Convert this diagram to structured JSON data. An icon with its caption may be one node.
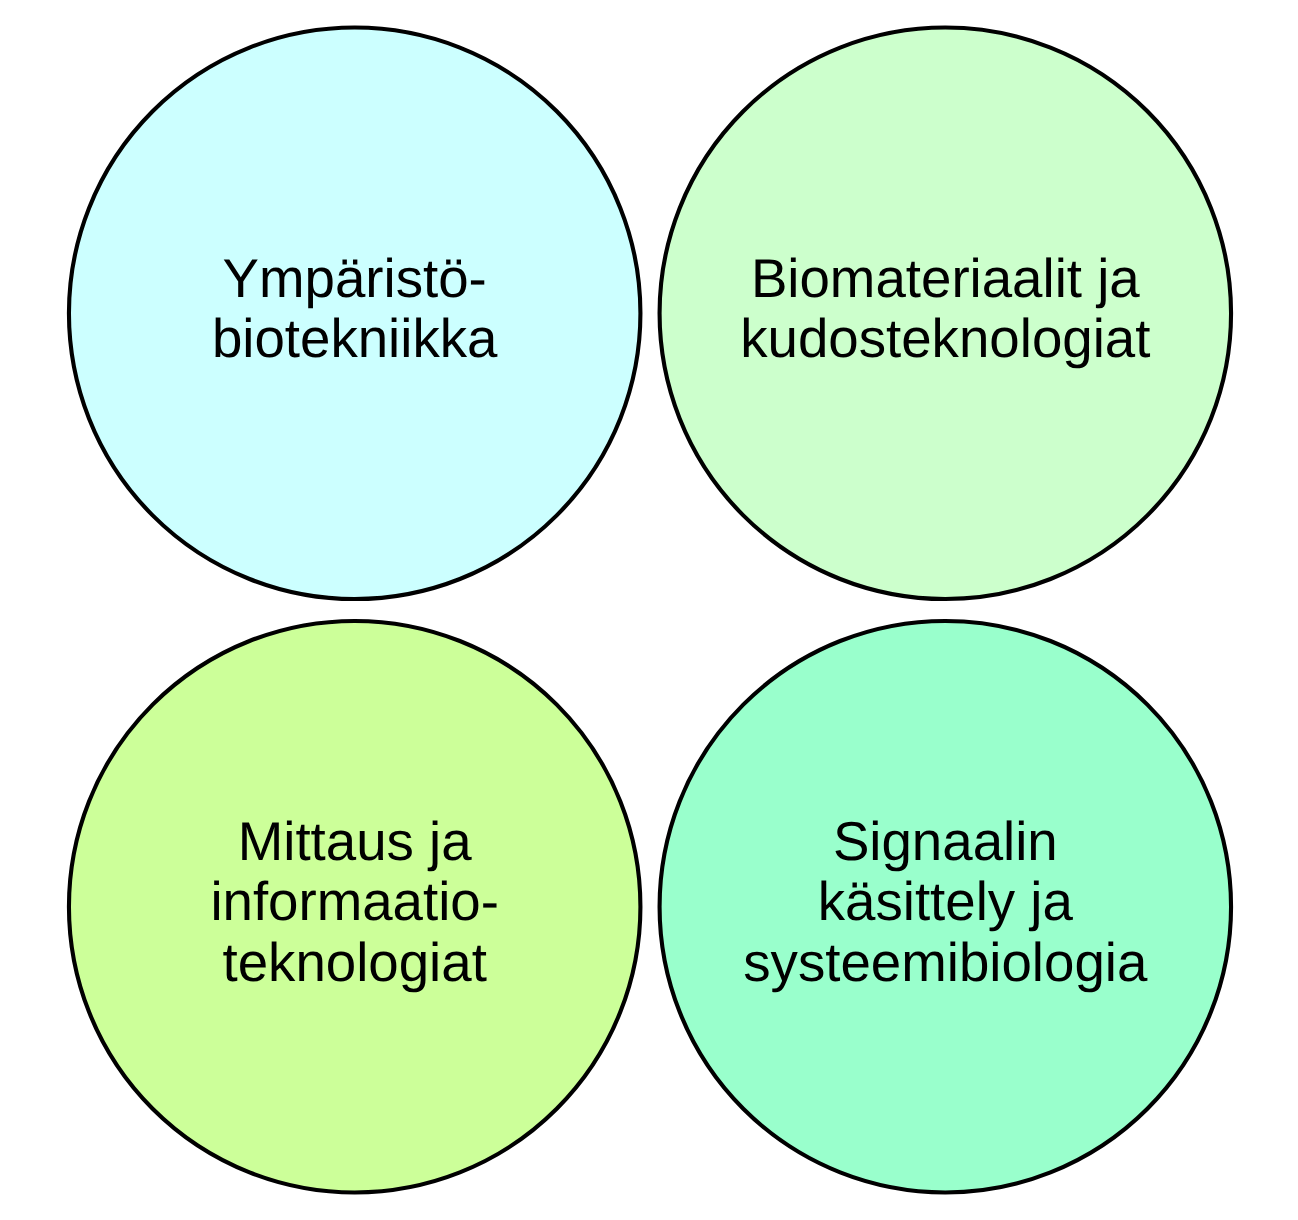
{
  "diagram": {
    "nodes": [
      {
        "text": [
          "Ympäristö- biotekniikka"
        ]
      },
      {
        "text": [
          "Biomateriaalit ja kudosteknologiat"
        ]
      },
      {
        "text": [
          "Mittaus ja informaatio- teknologiat"
        ]
      },
      {
        "text": [
          "Signaalin käsittely ja systeemibiologia"
        ]
      }
    ],
    "edges": []
  }
}
